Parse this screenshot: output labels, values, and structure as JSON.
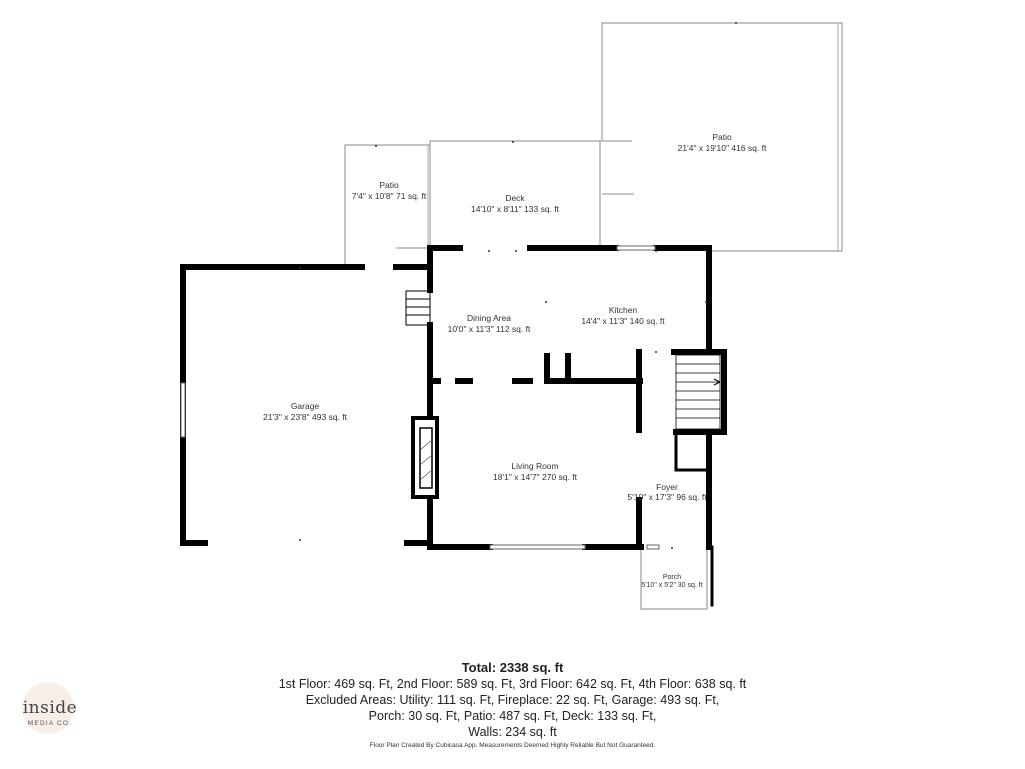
{
  "rooms": {
    "patio_large": {
      "name": "Patio",
      "dims": "21'4\" x 19'10\" 416 sq. ft"
    },
    "patio_small": {
      "name": "Patio",
      "dims": "7'4\" x 10'8\" 71 sq. ft"
    },
    "deck": {
      "name": "Deck",
      "dims": "14'10\" x 8'11\" 133 sq. ft"
    },
    "dining": {
      "name": "Dining Area",
      "dims": "10'0\" x 11'3\" 112 sq. ft"
    },
    "kitchen": {
      "name": "Kitchen",
      "dims": "14'4\" x 11'3\" 140 sq. ft"
    },
    "garage": {
      "name": "Garage",
      "dims": "21'3\" x 23'8\" 493 sq. ft"
    },
    "living": {
      "name": "Living Room",
      "dims": "18'1\" x 14'7\" 270 sq. ft"
    },
    "foyer": {
      "name": "Foyer",
      "dims": "5'10\" x 17'3\" 96 sq. ft"
    },
    "porch": {
      "name": "Porch",
      "dims": "5'10\" x 5'2\" 30 sq. ft"
    }
  },
  "summary": {
    "total": "Total: 2338 sq. ft",
    "line1": "1st Floor: 469 sq. Ft, 2nd Floor: 589 sq. Ft, 3rd Floor: 642 sq. Ft, 4th Floor: 638 sq. ft",
    "line2": "Excluded Areas: Utility: 111 sq. Ft, Fireplace: 22 sq. Ft, Garage: 493 sq. Ft,",
    "line3": "Porch: 30 sq. Ft, Patio: 487 sq. Ft, Deck: 133 sq. Ft,",
    "line4": "Walls: 234 sq. ft"
  },
  "disclaimer": "Floor Plan Created By Cubicasa App. Measurements Deemed Highly Reliable But Not Guaranteed.",
  "logo": {
    "word": "inside",
    "sub": "MEDIA CO."
  }
}
